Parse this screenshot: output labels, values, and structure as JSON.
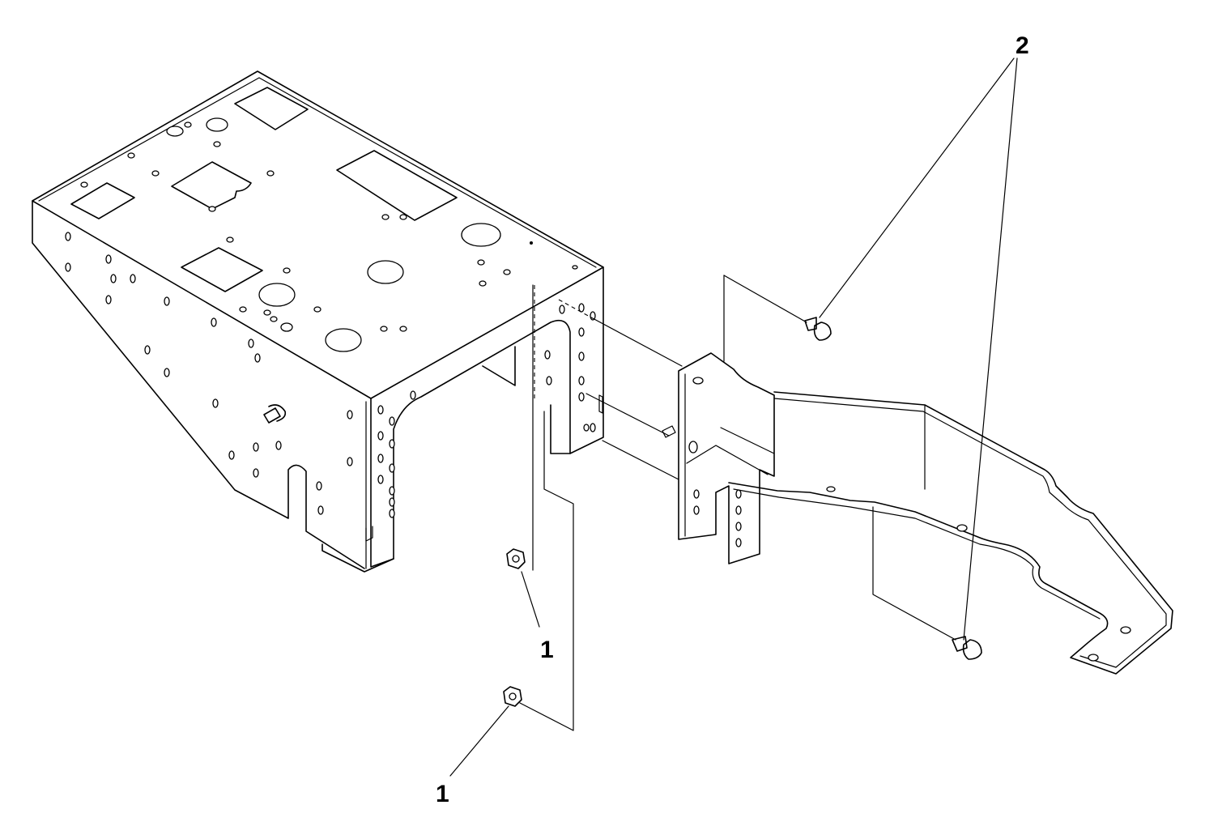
{
  "callouts": {
    "nut_upper": "1",
    "nut_lower": "1",
    "bolts": "2"
  },
  "colors": {
    "line": "#000000",
    "background": "#ffffff"
  }
}
